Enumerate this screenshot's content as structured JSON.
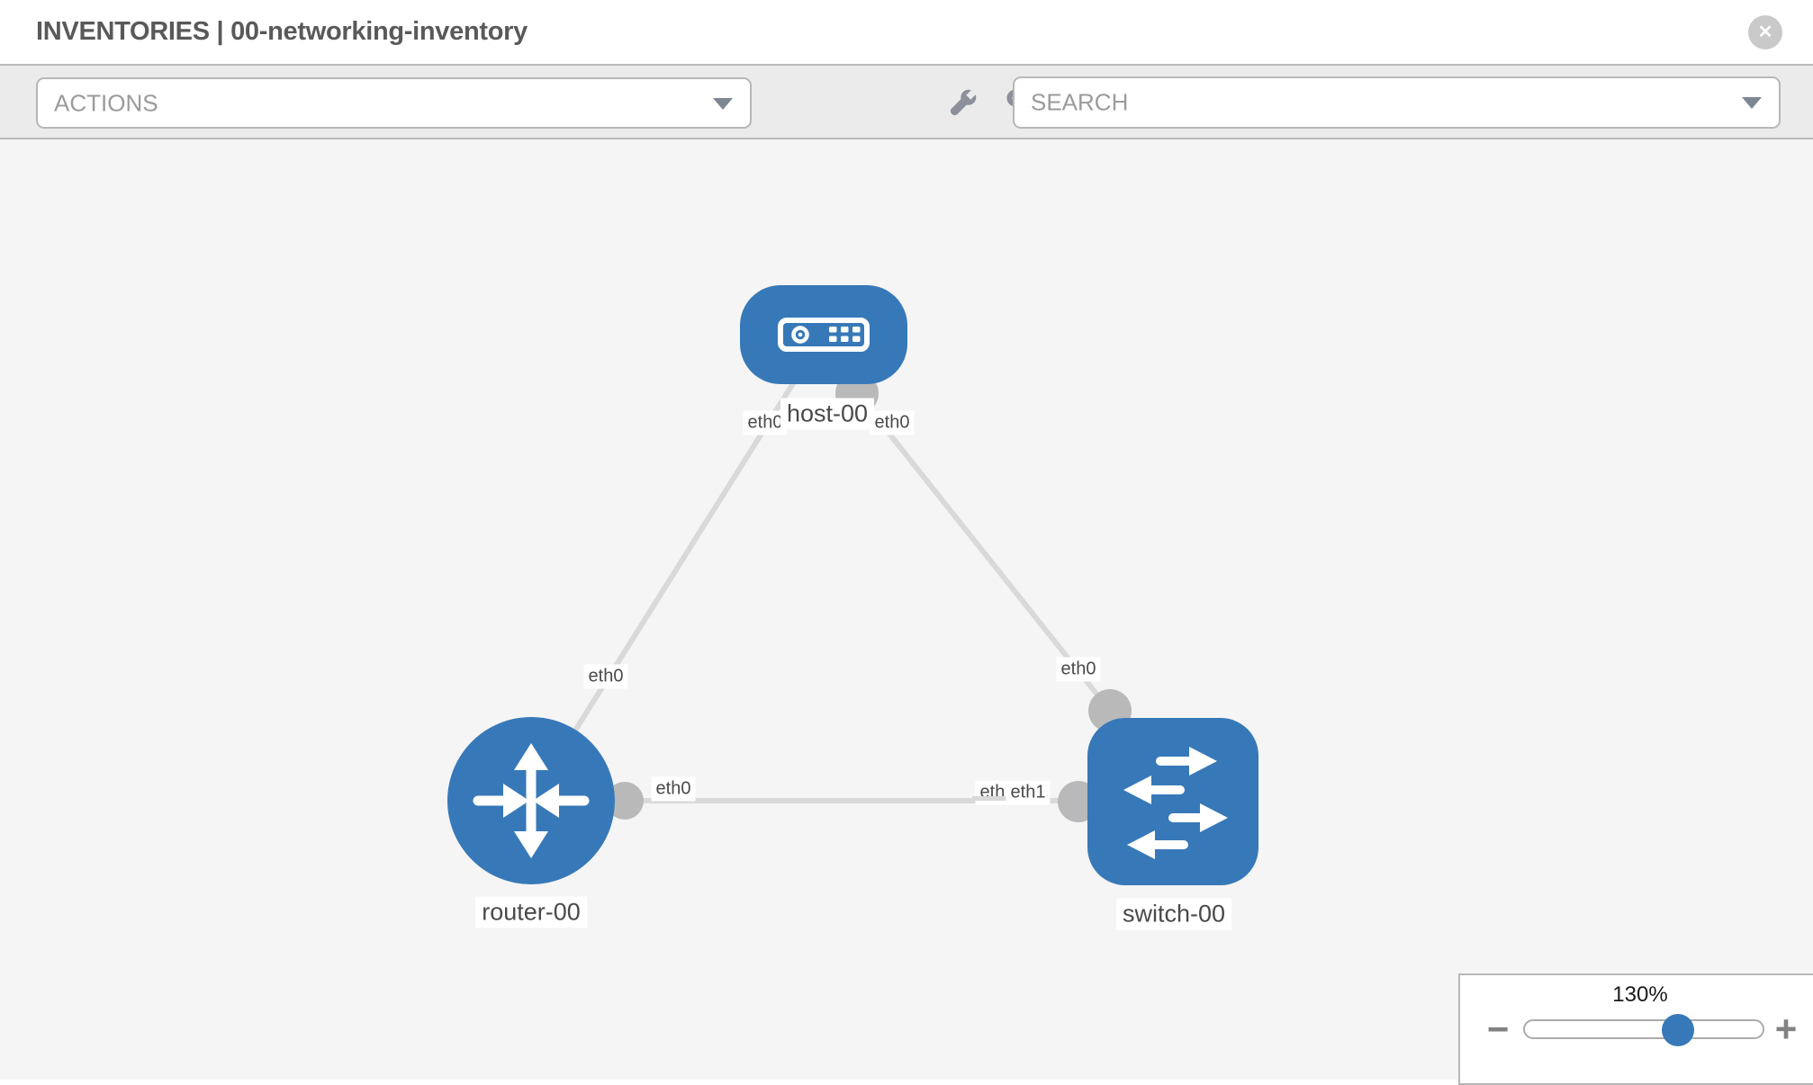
{
  "header": {
    "title": "INVENTORIES | 00-networking-inventory",
    "close_glyph": "✕"
  },
  "toolbar": {
    "actions_label": "ACTIONS",
    "search_placeholder": "SEARCH",
    "icon_names": [
      "wrench-icon",
      "key-icon"
    ]
  },
  "graph": {
    "nodes": [
      {
        "id": "host-00",
        "type": "host",
        "label": "host-00"
      },
      {
        "id": "router-00",
        "type": "router",
        "label": "router-00"
      },
      {
        "id": "switch-00",
        "type": "switch",
        "label": "switch-00"
      }
    ],
    "iface_labels": {
      "host_left": "eth0",
      "host_right": "eth0",
      "router_top": "eth0",
      "router_right": "eth0",
      "switch_top": "eth0",
      "switch_left_back": "eth1",
      "switch_left_front": "eth1"
    },
    "links": [
      {
        "from": "host-00",
        "to": "router-00",
        "from_iface": "eth0",
        "to_iface": "eth0"
      },
      {
        "from": "host-00",
        "to": "switch-00",
        "from_iface": "eth0",
        "to_iface": "eth0"
      },
      {
        "from": "router-00",
        "to": "switch-00",
        "from_iface": "eth0",
        "to_iface": "eth1"
      }
    ]
  },
  "zoom_control": {
    "level": "130%",
    "minus_glyph": "−",
    "plus_glyph": "+"
  },
  "colors": {
    "node_fill": "#3779b8",
    "accent": "#3779b8",
    "link_line": "#d9d9d9",
    "connector": "#b9b9b9",
    "toolbar_bg": "#ebebeb",
    "canvas_bg": "#f5f5f5",
    "border": "#b9b9b9",
    "icon_gray": "#8b909b",
    "title_text": "#595959",
    "label_text": "#4a4a4a"
  }
}
